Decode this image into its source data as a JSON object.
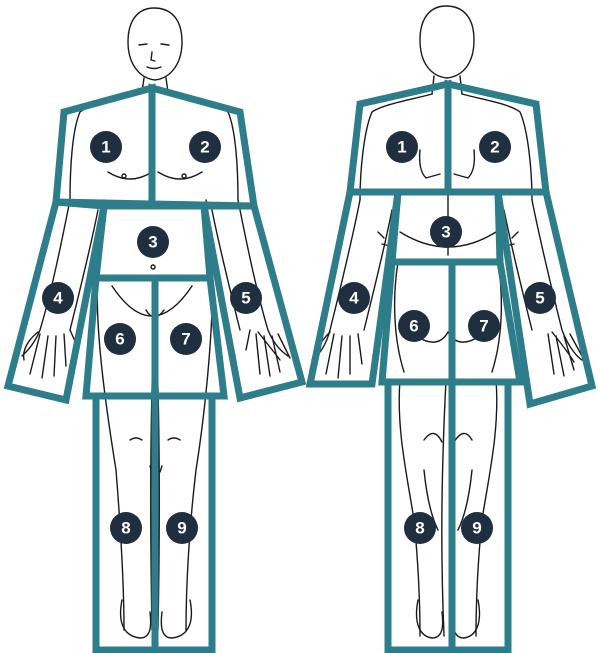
{
  "colors": {
    "region_outline": "#2e7d8a",
    "badge_fill": "#1f2f3f",
    "badge_text": "#ffffff",
    "sketch": "#1a1a1a"
  },
  "front_view": {
    "regions": [
      {
        "number": "1"
      },
      {
        "number": "2"
      },
      {
        "number": "3"
      },
      {
        "number": "4"
      },
      {
        "number": "5"
      },
      {
        "number": "6"
      },
      {
        "number": "7"
      },
      {
        "number": "8"
      },
      {
        "number": "9"
      }
    ]
  },
  "back_view": {
    "regions": [
      {
        "number": "1"
      },
      {
        "number": "2"
      },
      {
        "number": "3"
      },
      {
        "number": "4"
      },
      {
        "number": "5"
      },
      {
        "number": "6"
      },
      {
        "number": "7"
      },
      {
        "number": "8"
      },
      {
        "number": "9"
      }
    ]
  }
}
